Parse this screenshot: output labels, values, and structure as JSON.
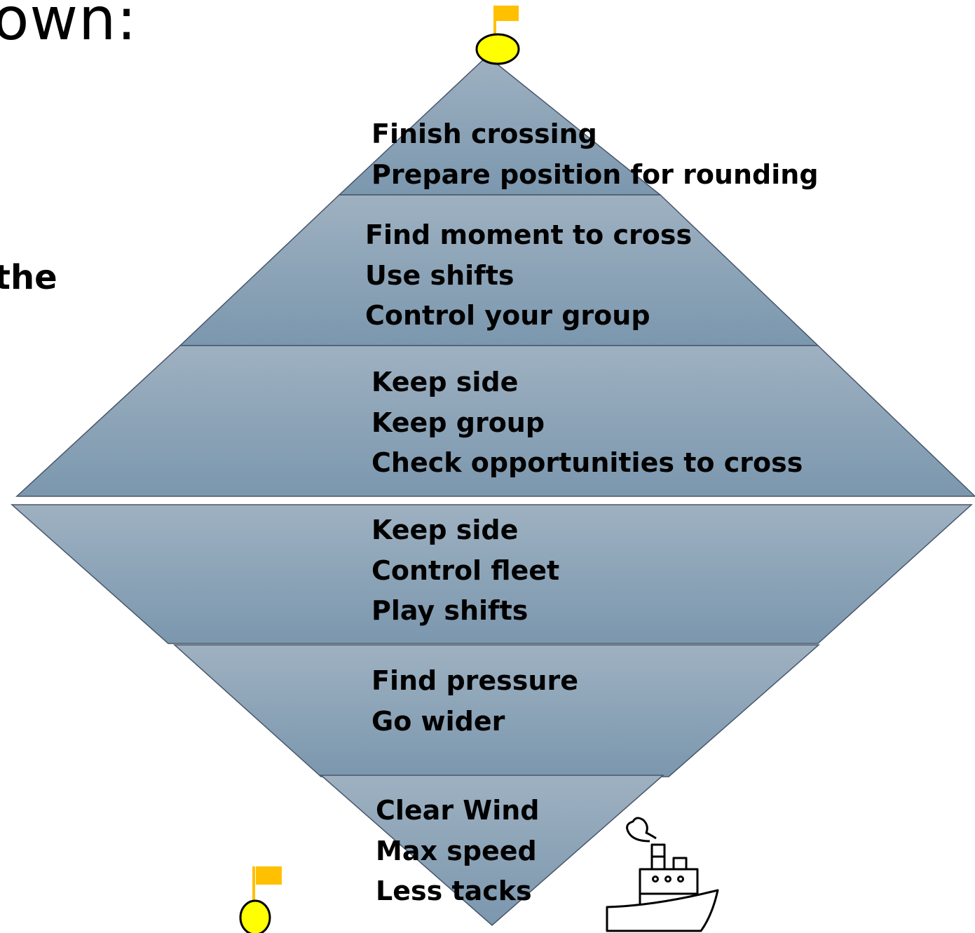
{
  "header": {
    "title_fragment": "own:",
    "side_fragment": "the"
  },
  "colors": {
    "band_top": "#9eb1c1",
    "band_bottom": "#7b97ae",
    "band_border": "#48566a",
    "buoy_fill": "#ffff00",
    "flag_fill": "#ffc000"
  },
  "bands": [
    {
      "id": "upwind-3",
      "lines": [
        "Finish crossing",
        "Prepare position for rounding"
      ]
    },
    {
      "id": "upwind-2",
      "lines": [
        "Find moment to cross",
        "Use shifts",
        "Control your group"
      ]
    },
    {
      "id": "upwind-1",
      "lines": [
        "Keep side",
        "Keep group",
        "Check opportunities to cross"
      ]
    },
    {
      "id": "downwind-1",
      "lines": [
        "Keep side",
        "Control fleet",
        "Play shifts"
      ]
    },
    {
      "id": "downwind-2",
      "lines": [
        "Find pressure",
        "Go wider"
      ]
    },
    {
      "id": "downwind-3",
      "lines": [
        "Clear Wind",
        "Max speed",
        "Less tacks"
      ]
    }
  ],
  "icons": {
    "top_buoy": "buoy-flag-icon",
    "bottom_buoy": "buoy-flag-icon",
    "ship": "ship-icon"
  }
}
